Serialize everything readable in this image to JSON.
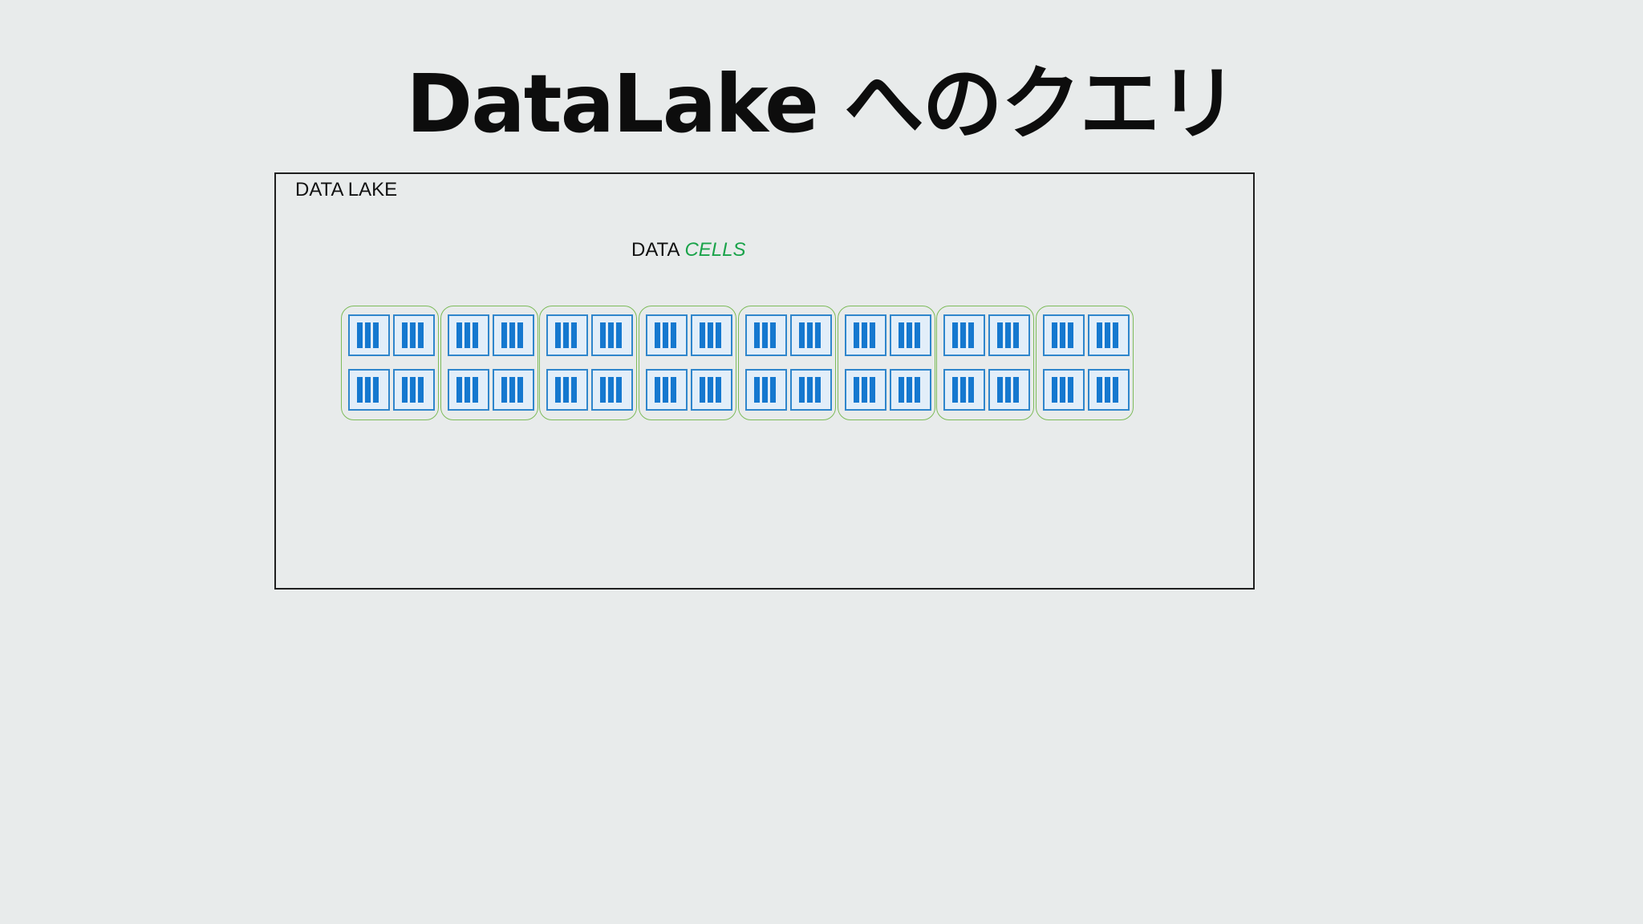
{
  "title": "DataLake へのクエリ",
  "lake_label": "DATA LAKE",
  "cells_label": {
    "prefix": "DATA",
    "accent": "CELLS"
  },
  "colors": {
    "background": "#e8ebeb",
    "cell_border": "#7dbb5a",
    "storage_icon": "#1578cf",
    "accent_text": "#1aa34a"
  },
  "cells": [
    {
      "name": "data-cell-1",
      "icon": "storage-icon",
      "units": 4
    },
    {
      "name": "data-cell-2",
      "icon": "storage-icon",
      "units": 4
    },
    {
      "name": "data-cell-3",
      "icon": "storage-icon",
      "units": 4
    },
    {
      "name": "data-cell-4",
      "icon": "storage-icon",
      "units": 4
    },
    {
      "name": "data-cell-5",
      "icon": "storage-icon",
      "units": 4
    },
    {
      "name": "data-cell-6",
      "icon": "storage-icon",
      "units": 4
    },
    {
      "name": "data-cell-7",
      "icon": "storage-icon",
      "units": 4
    },
    {
      "name": "data-cell-8",
      "icon": "storage-icon",
      "units": 4
    }
  ]
}
